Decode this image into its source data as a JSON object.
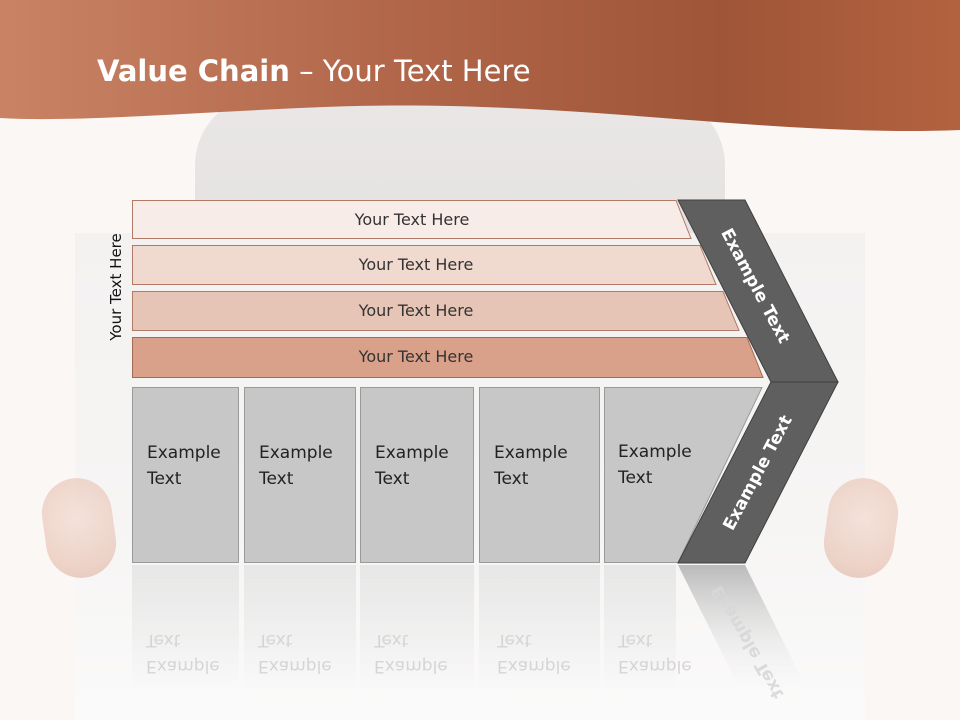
{
  "slide": {
    "title_bold": "Value Chain",
    "title_rest": " – Your Text Here",
    "side_label": "Your Text Here",
    "support_bars": [
      {
        "label": "Your Text Here",
        "color": "#f8ece8"
      },
      {
        "label": "Your Text Here",
        "color": "#f0d9cf"
      },
      {
        "label": "Your Text Here",
        "color": "#e7c5b6"
      },
      {
        "label": "Your Text Here",
        "color": "#d9a189"
      }
    ],
    "primary_boxes": [
      {
        "line1": "Example",
        "line2": "Text"
      },
      {
        "line1": "Example",
        "line2": "Text"
      },
      {
        "line1": "Example",
        "line2": "Text"
      },
      {
        "line1": "Example",
        "line2": "Text"
      },
      {
        "line1": "Example",
        "line2": "Text"
      }
    ],
    "chevrons": [
      {
        "label": "Example Text"
      },
      {
        "label": "Example Text"
      }
    ],
    "colors": {
      "header": "#b2674a",
      "box": "#c7c7c7",
      "chevron": "#5f5f5f"
    }
  }
}
